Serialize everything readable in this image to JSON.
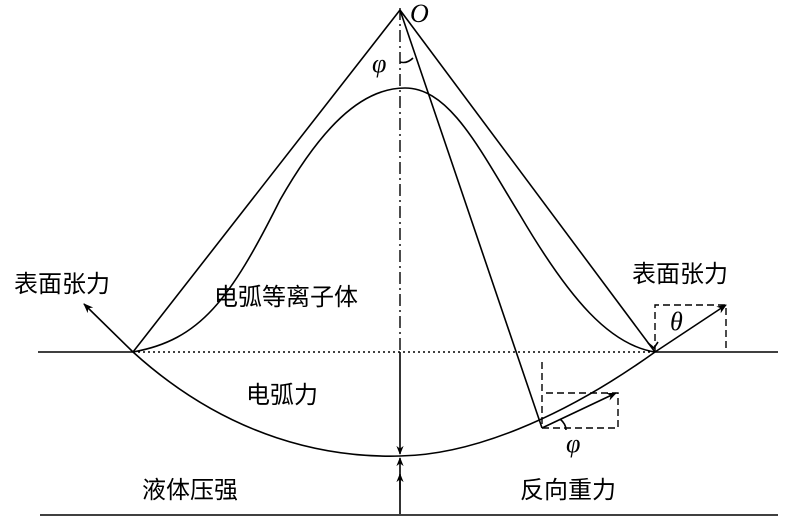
{
  "labels": {
    "origin": "O",
    "phi_top": "φ",
    "phi_bottom": "φ",
    "theta": "θ",
    "surface_tension_left": "表面张力",
    "surface_tension_right": "表面张力",
    "arc_plasma": "电弧等离子体",
    "arc_force": "电弧力",
    "liquid_pressure": "液体压强",
    "reverse_gravity": "反向重力"
  }
}
